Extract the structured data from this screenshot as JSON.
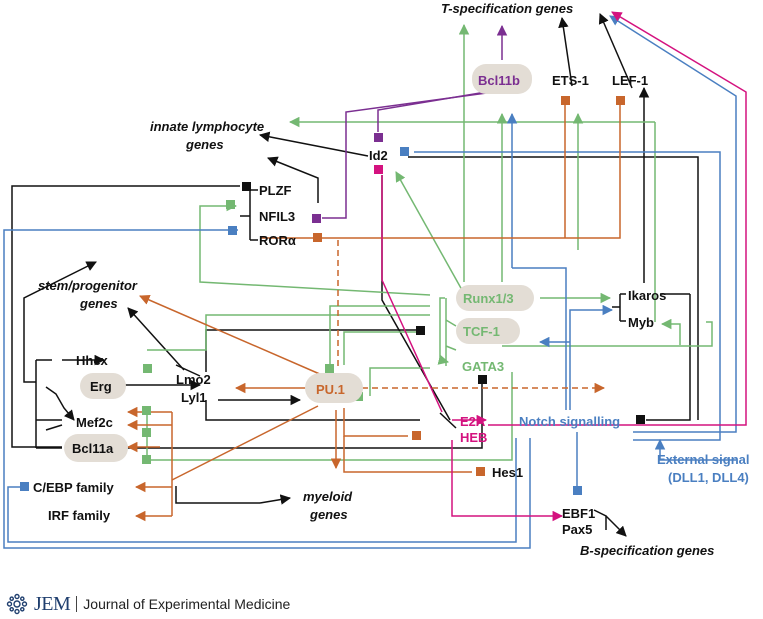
{
  "colors": {
    "black": "#111111",
    "green": "#74b872",
    "blue": "#4a7fc1",
    "orange": "#c8662c",
    "magenta": "#d4127f",
    "purple": "#7b2f91",
    "node_fill": "#e3ddd5"
  },
  "gene_sets": {
    "t_spec": "T-specification genes",
    "innate_line1": "innate lymphocyte",
    "innate_line2": "genes",
    "stem_line1": "stem/progenitor",
    "stem_line2": "genes",
    "myeloid_line1": "myeloid",
    "myeloid_line2": "genes",
    "b_spec": "B-specification genes"
  },
  "factors": {
    "bcl11b": "Bcl11b",
    "ets1": "ETS-1",
    "lef1": "LEF-1",
    "id2": "Id2",
    "plzf": "PLZF",
    "nfil3": "NFIL3",
    "rora": "RORα",
    "runx": "Runx1/3",
    "tcf1": "TCF-1",
    "gata3": "GATA3",
    "ikaros": "Ikaros",
    "myb": "Myb",
    "hhex": "Hhex",
    "erg": "Erg",
    "lmo2": "Lmo2",
    "lyl1": "Lyl1",
    "pu1": "PU.1",
    "mef2c": "Mef2c",
    "bcl11a": "Bcl11a",
    "e2a": "E2A",
    "heb": "HEB",
    "notch": "Notch signalling",
    "ext_line1": "External signal",
    "ext_line2": "(DLL1, DLL4)",
    "cebp": "C/EBP family",
    "irf": "IRF family",
    "hes1": "Hes1",
    "ebf1": "EBF1",
    "pax5": "Pax5"
  },
  "footer": {
    "logo": "JEM",
    "journal": "Journal of Experimental Medicine"
  }
}
